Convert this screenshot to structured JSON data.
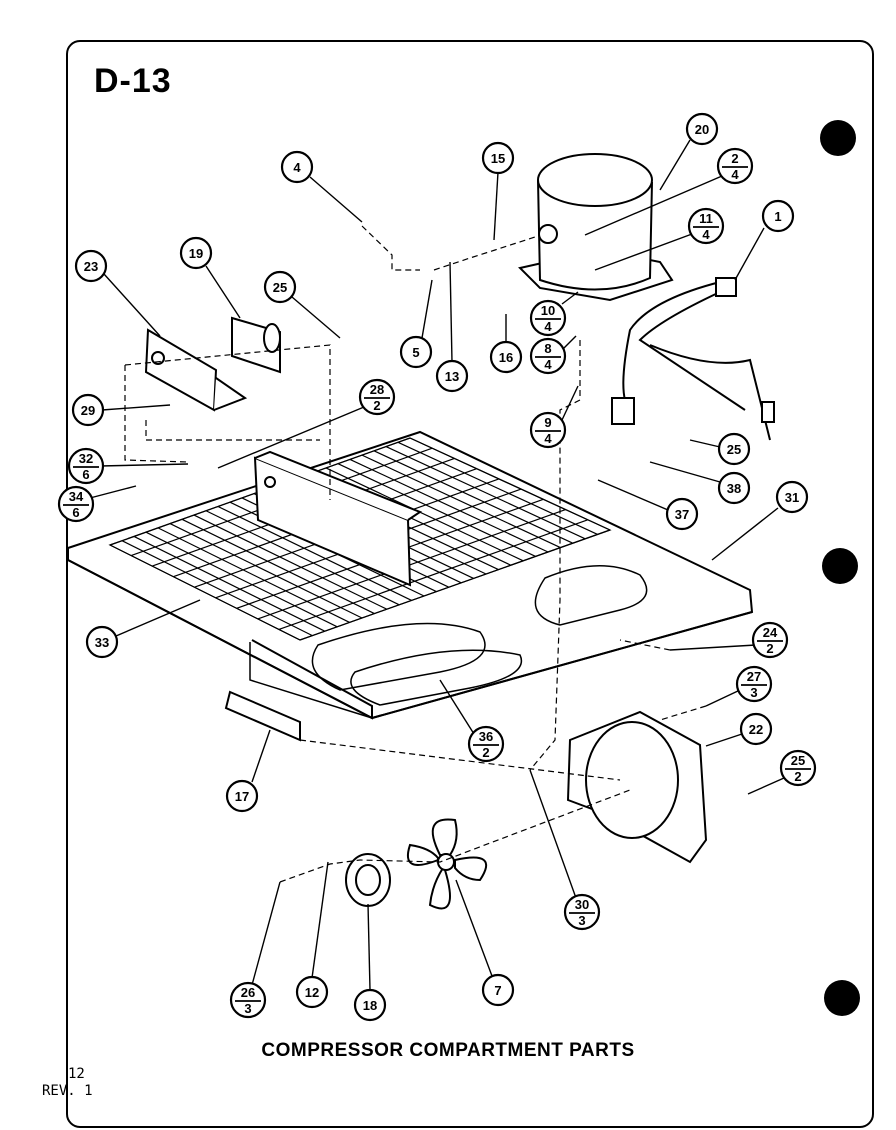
{
  "diagram": {
    "code": "D-13",
    "caption": "COMPRESSOR COMPARTMENT PARTS",
    "page_number": "12",
    "revision": "REV. 1"
  },
  "callouts": [
    {
      "id": "c1",
      "top": "1"
    },
    {
      "id": "c2-4",
      "top": "2",
      "bottom": "4"
    },
    {
      "id": "c4",
      "top": "4"
    },
    {
      "id": "c5",
      "top": "5"
    },
    {
      "id": "c7",
      "top": "7"
    },
    {
      "id": "c8-4",
      "top": "8",
      "bottom": "4"
    },
    {
      "id": "c9-4",
      "top": "9",
      "bottom": "4"
    },
    {
      "id": "c10-4",
      "top": "10",
      "bottom": "4"
    },
    {
      "id": "c11-4",
      "top": "11",
      "bottom": "4"
    },
    {
      "id": "c12",
      "top": "12"
    },
    {
      "id": "c13",
      "top": "13"
    },
    {
      "id": "c15",
      "top": "15"
    },
    {
      "id": "c16",
      "top": "16"
    },
    {
      "id": "c17",
      "top": "17"
    },
    {
      "id": "c18",
      "top": "18"
    },
    {
      "id": "c19",
      "top": "19"
    },
    {
      "id": "c20",
      "top": "20"
    },
    {
      "id": "c22",
      "top": "22"
    },
    {
      "id": "c23",
      "top": "23"
    },
    {
      "id": "c24-2",
      "top": "24",
      "bottom": "2"
    },
    {
      "id": "c25a",
      "top": "25"
    },
    {
      "id": "c25b",
      "top": "25"
    },
    {
      "id": "c25-2",
      "top": "25",
      "bottom": "2"
    },
    {
      "id": "c26-3",
      "top": "26",
      "bottom": "3"
    },
    {
      "id": "c27-3",
      "top": "27",
      "bottom": "3"
    },
    {
      "id": "c28-2",
      "top": "28",
      "bottom": "2"
    },
    {
      "id": "c29",
      "top": "29"
    },
    {
      "id": "c30-3",
      "top": "30",
      "bottom": "3"
    },
    {
      "id": "c31",
      "top": "31"
    },
    {
      "id": "c32-6",
      "top": "32",
      "bottom": "6"
    },
    {
      "id": "c33",
      "top": "33"
    },
    {
      "id": "c34-6",
      "top": "34",
      "bottom": "6"
    },
    {
      "id": "c36-2",
      "top": "36",
      "bottom": "2"
    },
    {
      "id": "c37",
      "top": "37"
    },
    {
      "id": "c38",
      "top": "38"
    }
  ]
}
